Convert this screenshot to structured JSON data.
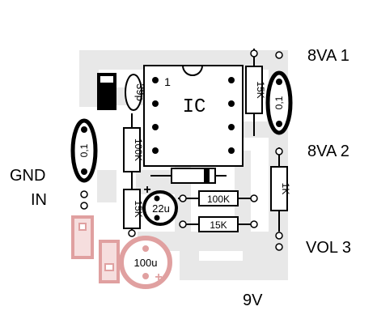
{
  "labels": {
    "gnd": "GND",
    "in": "IN",
    "out1": "8VA 1",
    "out2": "8VA 2",
    "out3": "VOL 3",
    "supply": "9V"
  },
  "components": {
    "ic": "IC",
    "pin1": "1",
    "cap_39p": "39p",
    "cap_01_right": "0,1",
    "cap_01_left": "0,1",
    "res_100k_vertical": "100K",
    "res_15k_top": "15K",
    "res_1k": "1K",
    "res_15k_left": "15K",
    "res_100k_horizontal": "100K",
    "res_15k_horizontal": "15K",
    "cap_22u": "22u",
    "cap_100u": "100u",
    "plus_sign": "+"
  },
  "colors": {
    "board": "#e8e8e8",
    "ink": "#000000",
    "offboard": "#e0a0a0",
    "offboard_fill": "#f6dede"
  }
}
